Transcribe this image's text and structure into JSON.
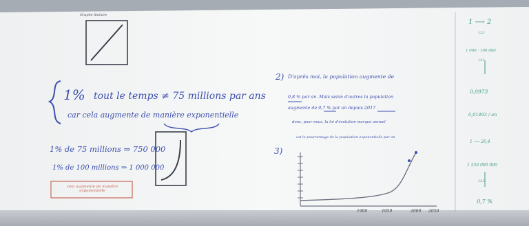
{
  "board": {
    "small_graph_label": "Graphe linéaire",
    "line1_percent": "1%",
    "line1_text": "tout le temps ≠ 75 millions par ans",
    "line2_text": "car cela augmente de manière exponentielle",
    "calc1": "1% de 75 millions ⇒ 750 000",
    "calc2": "1% de 100 millions ⇒ 1 000 000",
    "red_note": "cela augmente de manière exponentielle",
    "q2_number": "2)",
    "q2_text_line1": "D'après moi, la population augmente de",
    "q2_text_line2": "0,8 % par an. Mais selon d'autres la population",
    "q2_text_line3": "augmente de 0,7 % par an depuis 2017",
    "q2_text_line4": "donc, pour nous, la loi d'évolution marque annuel",
    "q2_text_line5": "est le pourcentage de la population exponentielle par an",
    "q3_number": "3)",
    "axis_ticks": [
      "1900",
      "1950",
      "2000",
      "2050"
    ],
    "side_lines": [
      "1 ⟶ 2",
      "123",
      "1 000 · 100 000",
      "123",
      "0,0973",
      "0,01493 / an",
      "1 ⟶ 26,4",
      "1 550 000 000",
      "123",
      "0,7 %"
    ]
  },
  "colors": {
    "board": "#f4f5f6",
    "marker_blue": "#3c4fae",
    "marker_green": "#3f9e7a",
    "marker_red": "#c56a5a"
  }
}
